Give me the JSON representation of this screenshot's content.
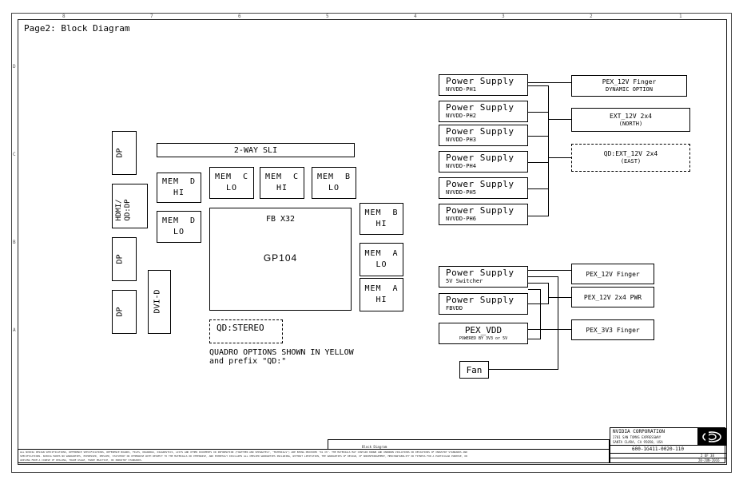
{
  "page_title": "Page2: Block Diagram",
  "zones": {
    "top": [
      "8",
      "7",
      "6",
      "5",
      "4",
      "3",
      "2",
      "1"
    ],
    "left": [
      "D",
      "C",
      "B",
      "A"
    ]
  },
  "blocks": {
    "dp_top": "DP",
    "hdmi": "HDMI/ QD:DP",
    "dp_mid": "DP",
    "dp_bottom": "DP",
    "dvi": "DVI-D",
    "sli": "2-WAY SLI",
    "mem_d_hi": [
      "MEM  D",
      "HI"
    ],
    "mem_d_lo": [
      "MEM  D",
      "LO"
    ],
    "mem_c_lo": [
      "MEM  C",
      "LO"
    ],
    "mem_c_hi": [
      "MEM  C",
      "HI"
    ],
    "mem_b_lo": [
      "MEM  B",
      "LO"
    ],
    "mem_b_hi": [
      "MEM  B",
      "HI"
    ],
    "mem_a_lo": [
      "MEM  A",
      "LO"
    ],
    "mem_a_hi": [
      "MEM  A",
      "HI"
    ],
    "gpu_fb": "FB X32",
    "gpu_name": "GP104",
    "qd_stereo": "QD:STEREO",
    "quadro_note": [
      "QUADRO OPTIONS SHOWN IN YELLOW",
      "and prefix \"QD:\""
    ]
  },
  "power_supplies": [
    {
      "title": "Power Supply",
      "sub": "NVVDD-PH1"
    },
    {
      "title": "Power Supply",
      "sub": "NVVDD-PH2"
    },
    {
      "title": "Power Supply",
      "sub": "NVVDD-PH3"
    },
    {
      "title": "Power Supply",
      "sub": "NVVDD-PH4"
    },
    {
      "title": "Power Supply",
      "sub": "NVVDD-PH5"
    },
    {
      "title": "Power Supply",
      "sub": "NVVDD-PH6"
    }
  ],
  "power_inputs": {
    "pex12_dyn": [
      "PEX_12V Finger",
      "DYNAMIC OPTION"
    ],
    "ext12_north": [
      "EXT_12V 2x4",
      "(NORTH)"
    ],
    "qd_ext12_east": [
      "QD:EXT_12V 2x4",
      "(EAST)"
    ]
  },
  "aux_supplies": {
    "ps_5v": {
      "title": "Power Supply",
      "sub": "5V Switcher"
    },
    "ps_fbvdd": {
      "title": "Power Supply",
      "sub": "FBVDD"
    },
    "pex_vdd": {
      "title": "PEX_VDD",
      "sub": "POWERED BY 3V3 or 5V"
    },
    "fan": "Fan"
  },
  "aux_inputs": {
    "pex12_finger": "PEX_12V Finger",
    "pex12_pwr": "PEX_12V 2x4 PWR",
    "pex3v3_finger": "PEX_3V3 Finger"
  },
  "title_block": {
    "company": "NVIDIA CORPORATION",
    "address": "2701 SAN TOMAS EXPRESSWAY",
    "city": "SANTA CLARA, CA 95050, USA",
    "part_number": "600-1G411-0020-110",
    "sheet": "2 OF 38",
    "date": "20-JUN-2016",
    "page_detail": "Block Diagram",
    "disclaimer": "ALL NVIDIA DESIGN SPECIFICATIONS, REFERENCE SPECIFICATIONS, REFERENCE BOARDS, FILES, DRAWINGS, DIAGNOSTICS, LISTS AND OTHER DOCUMENTS OR INFORMATION (TOGETHER AND SEPARATELY, \"MATERIALS\") ARE BEING PROVIDED \"AS IS\". THE MATERIALS MAY CONTAIN KNOWN AND UNKNOWN VIOLATIONS OR DEVIATIONS OF INDUSTRY STANDARDS AND SPECIFICATIONS. NVIDIA MAKES NO WARRANTIES, EXPRESSED, IMPLIED, STATUTORY OR OTHERWISE WITH RESPECT TO THE MATERIALS OR OTHERWISE, AND EXPRESSLY DISCLAIMS ALL IMPLIED WARRANTIES INCLUDING, WITHOUT LIMITATION, THE WARRANTIES OF DESIGN, OF NONINFRINGEMENT, MERCHANTABILITY OR FITNESS FOR A PARTICULAR PURPOSE, OR ARISING FROM A COURSE OF DEALING, TRADE USAGE, TRADE PRACTICE, OR INDUSTRY STANDARDS."
  }
}
